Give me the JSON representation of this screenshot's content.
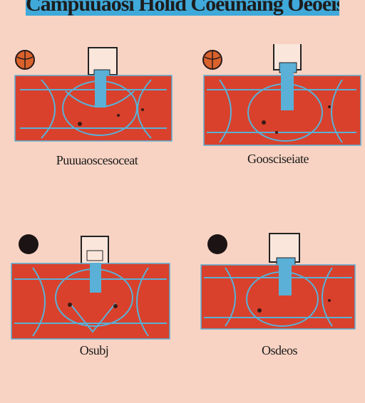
{
  "header": {
    "title": "Campuuaosi Holid Coeunaing Oeoeis"
  },
  "panels": [
    {
      "caption": "Puuuaoscesoceat",
      "ball": "basketball-icon"
    },
    {
      "caption": "Goosciseiate",
      "ball": "basketball-icon"
    },
    {
      "caption": "Osubj",
      "ball": "black-ball-icon"
    },
    {
      "caption": "Osdeos",
      "ball": "black-ball-icon"
    }
  ],
  "colors": {
    "background": "#f8d3c3",
    "court": "#d9412c",
    "lines": "#5ab0d6",
    "banner": "#3fa9da"
  }
}
